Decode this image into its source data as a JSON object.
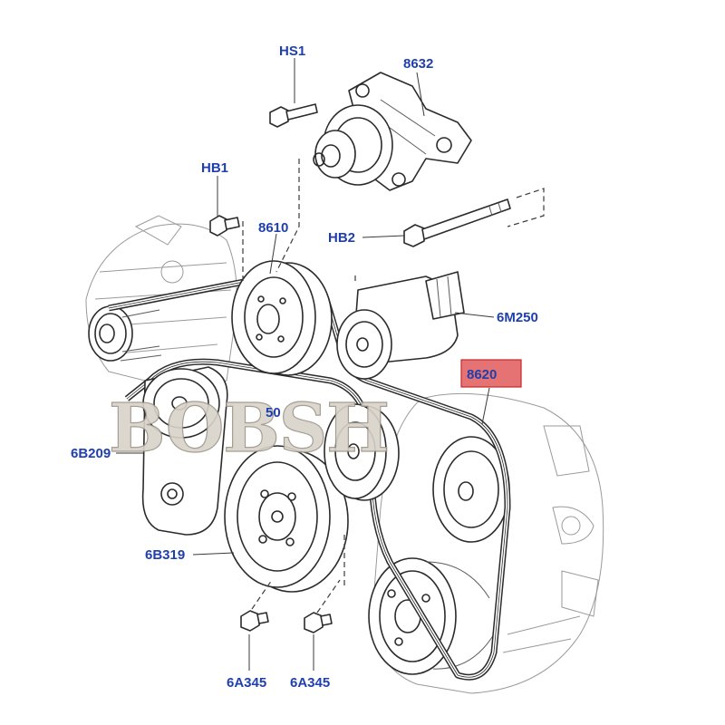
{
  "callouts": {
    "hs1": "HS1",
    "p8632": "8632",
    "hb1": "HB1",
    "p8610": "8610",
    "hb2": "HB2",
    "p6m250": "6M250",
    "p8620": "8620",
    "p50": "50",
    "p6b209": "6B209",
    "p6b319": "6B319",
    "p6a345_left": "6A345",
    "p6a345_right": "6A345"
  },
  "watermark": {
    "text": "BOBSH"
  },
  "colors": {
    "callout_text": "#1f3fae",
    "highlight_fill": "#e57373",
    "highlight_border": "#c62828",
    "line_art": "#2b2b2b"
  }
}
